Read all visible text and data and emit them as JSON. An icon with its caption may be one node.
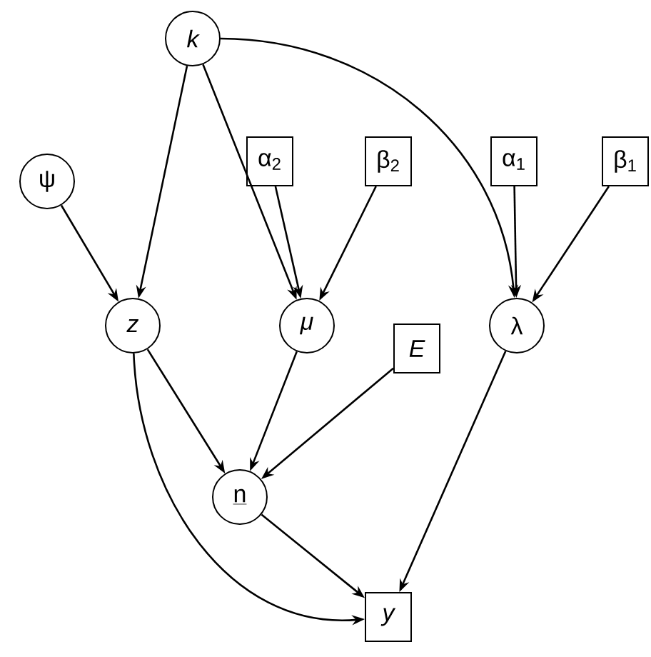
{
  "diagram": {
    "nodes": [
      {
        "text": [
          "k"
        ]
      },
      {
        "text": [
          "ψ"
        ]
      },
      {
        "text": [
          "α$_{2}$"
        ]
      },
      {
        "text": [
          "β$_{2}$"
        ]
      },
      {
        "text": [
          "α$_{1}$"
        ]
      },
      {
        "text": [
          "β$_{1}$"
        ]
      },
      {
        "text": [
          "z"
        ]
      },
      {
        "text": [
          "μ"
        ]
      },
      {
        "text": [
          "λ"
        ]
      },
      {
        "text": [
          "E"
        ]
      },
      {
        "text": [
          "n"
        ]
      },
      {
        "text": [
          "y"
        ]
      }
    ],
    "edges": [
      {
        "from": 0,
        "to": 6,
        "arrow": "to"
      },
      {
        "from": 0,
        "to": 7,
        "arrow": "to"
      },
      {
        "from": 0,
        "to": 8,
        "arrow": "to"
      },
      {
        "from": 1,
        "to": 6,
        "arrow": "to"
      },
      {
        "from": 2,
        "to": 7,
        "arrow": "to"
      },
      {
        "from": 3,
        "to": 7,
        "arrow": "to"
      },
      {
        "from": 4,
        "to": 8,
        "arrow": "to"
      },
      {
        "from": 5,
        "to": 8,
        "arrow": "to"
      },
      {
        "from": 6,
        "to": 10,
        "arrow": "to"
      },
      {
        "from": 7,
        "to": 10,
        "arrow": "to"
      },
      {
        "from": 9,
        "to": 10,
        "arrow": "to"
      },
      {
        "from": 6,
        "to": 11,
        "arrow": "to"
      },
      {
        "from": 10,
        "to": 11,
        "arrow": "to"
      },
      {
        "from": 8,
        "to": 11,
        "arrow": "to"
      }
    ]
  }
}
